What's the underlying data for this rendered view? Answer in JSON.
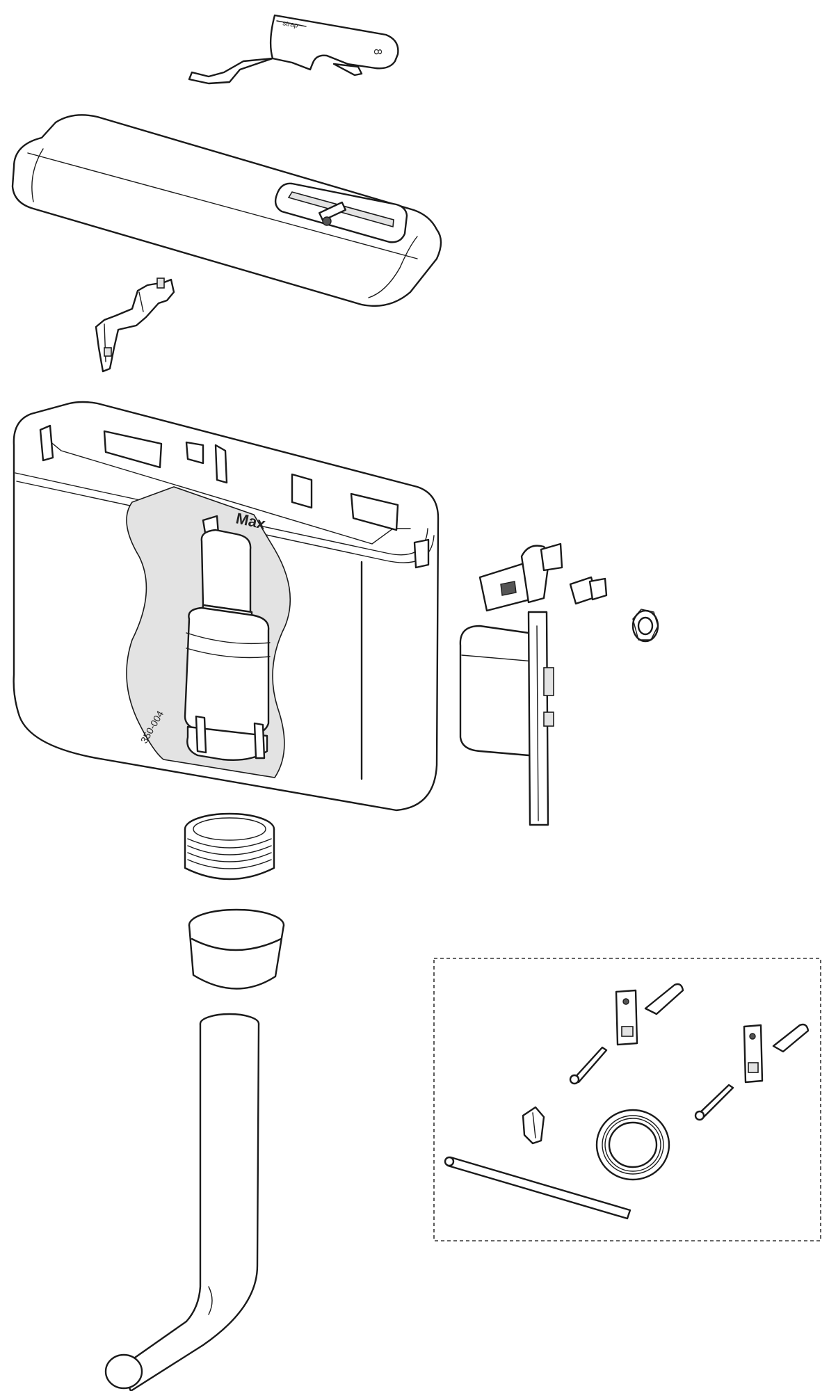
{
  "tank": {
    "max_label": "Max",
    "scale_text": "350-004"
  },
  "lever": {
    "brand_label": "strap",
    "button_symbol": "8"
  }
}
